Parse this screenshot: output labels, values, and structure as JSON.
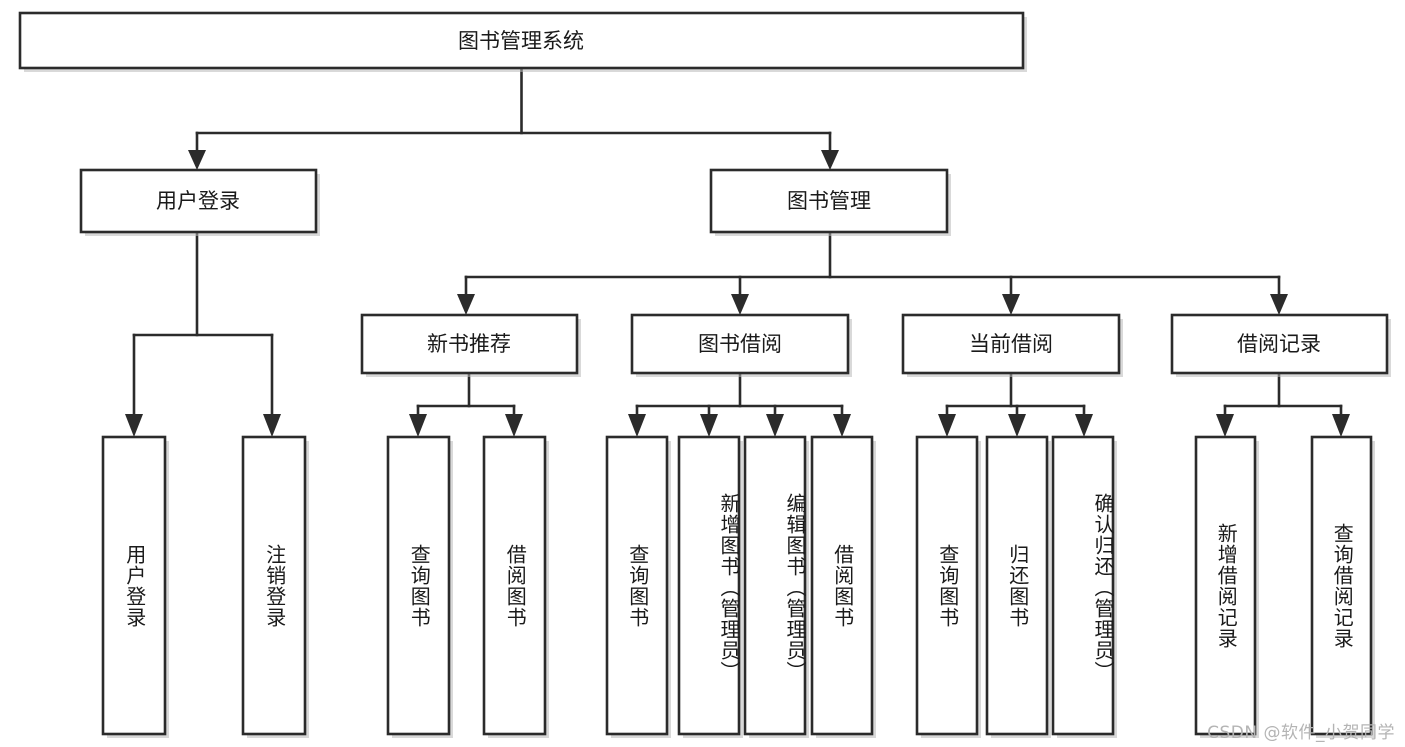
{
  "diagram": {
    "type": "tree",
    "title": "图书管理系统",
    "watermark": "CSDN @软件_小贺同学",
    "colors": {
      "box_stroke": "#2b2b2b",
      "box_fill": "#ffffff",
      "text": "#1a1a1a",
      "background": "#ffffff",
      "watermark": "#b4b4b4"
    },
    "root": {
      "label": "图书管理系统"
    },
    "level2": [
      {
        "label": "用户登录"
      },
      {
        "label": "图书管理"
      }
    ],
    "level3": [
      {
        "label": "新书推荐"
      },
      {
        "label": "图书借阅"
      },
      {
        "label": "当前借阅"
      },
      {
        "label": "借阅记录"
      }
    ],
    "leaves": {
      "user_login": [
        {
          "label": "用户登录"
        },
        {
          "label": "注销登录"
        }
      ],
      "new_book_recommend": [
        {
          "label": "查询图书"
        },
        {
          "label": "借阅图书"
        }
      ],
      "book_borrow": [
        {
          "label": "查询图书"
        },
        {
          "label": "新增图书（管理员）"
        },
        {
          "label": "编辑图书（管理员）"
        },
        {
          "label": "借阅图书"
        }
      ],
      "current_borrow": [
        {
          "label": "查询图书"
        },
        {
          "label": "归还图书"
        },
        {
          "label": "确认归还（管理员）"
        }
      ],
      "borrow_records": [
        {
          "label": "新增借阅记录"
        },
        {
          "label": "查询借阅记录"
        }
      ]
    }
  }
}
